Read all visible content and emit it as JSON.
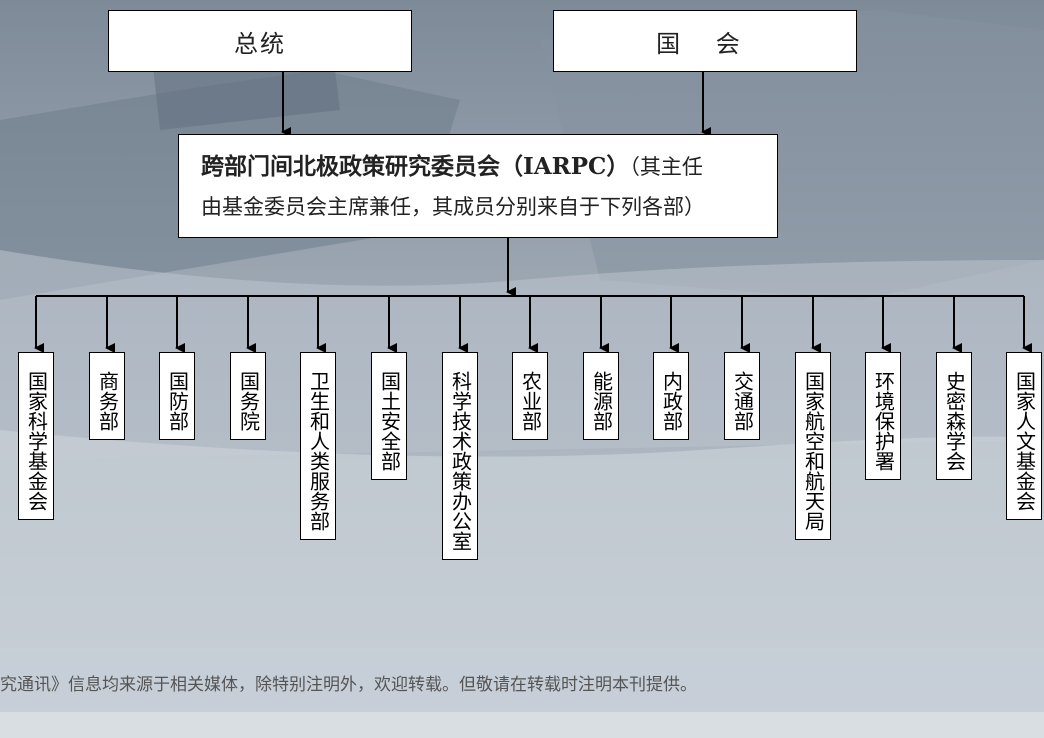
{
  "top": {
    "left_box": "总统",
    "right_box": "国 会"
  },
  "iarpc": {
    "name_bold": "跨部门间北极政策研究委员会（IARPC）",
    "note_line1": "（其主任",
    "note_line2": "由基金委员会主席兼任，其成员分别来自于下列各部）"
  },
  "departments": [
    {
      "label": "国家科学基金会"
    },
    {
      "label": "商务部"
    },
    {
      "label": "国防部"
    },
    {
      "label": "国务院"
    },
    {
      "label": "卫生和人类服务部"
    },
    {
      "label": "国土安全部"
    },
    {
      "label": "科学技术政策办公室"
    },
    {
      "label": "农业部"
    },
    {
      "label": "能源部"
    },
    {
      "label": "内政部"
    },
    {
      "label": "交通部"
    },
    {
      "label": "国家航空和航天局"
    },
    {
      "label": "环境保护署"
    },
    {
      "label": "史密森学会"
    },
    {
      "label": "国家人文基金会"
    }
  ],
  "footer": {
    "text": "究通讯》信息均来源于相关媒体，除特别注明外，欢迎转载。但敬请在转载时注明本刊提供。"
  }
}
